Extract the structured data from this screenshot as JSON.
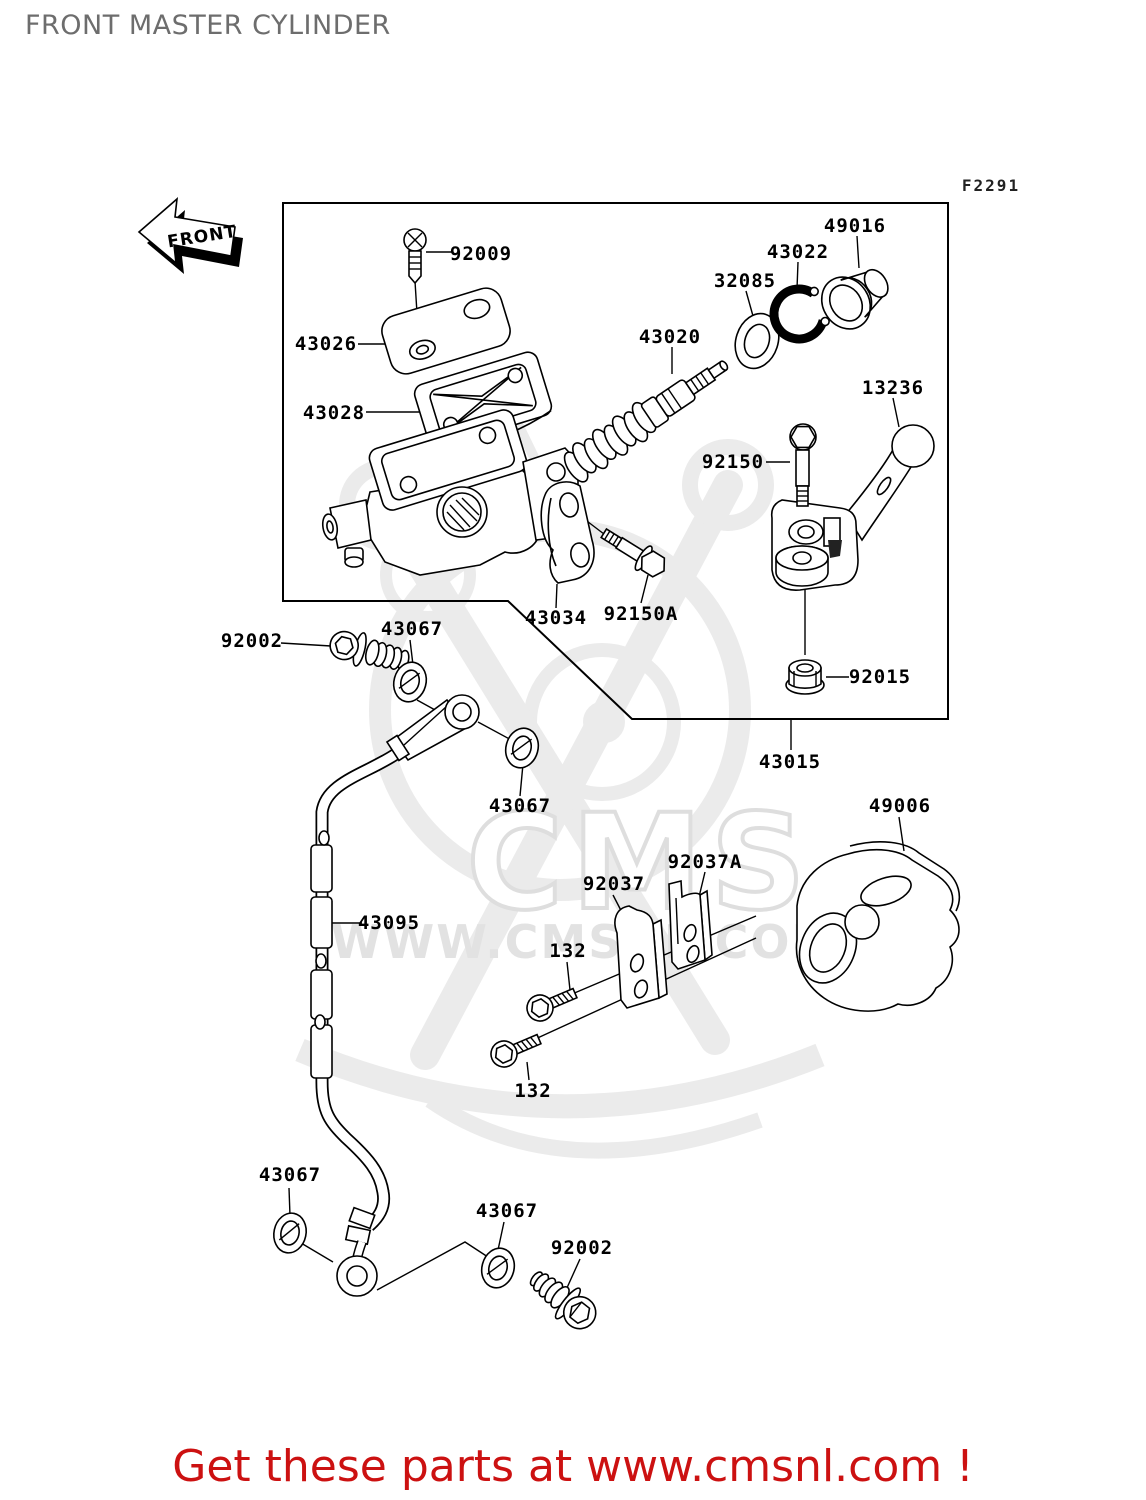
{
  "page": {
    "title": "FRONT MASTER CYLINDER",
    "figure_code": "F2291"
  },
  "front_arrow": {
    "label": "FRONT"
  },
  "watermark": {
    "brand": "CMS",
    "url": "WWW.CMSNL.COM"
  },
  "footer": {
    "text": "Get these parts at www.cmsnl.com !",
    "color": "#cc1111"
  },
  "diagram": {
    "assembly_label": "43015",
    "labels": [
      {
        "text": "92009"
      },
      {
        "text": "43026"
      },
      {
        "text": "43028"
      },
      {
        "text": "43020"
      },
      {
        "text": "32085"
      },
      {
        "text": "43022"
      },
      {
        "text": "49016"
      },
      {
        "text": "13236"
      },
      {
        "text": "92150"
      },
      {
        "text": "92150A"
      },
      {
        "text": "43034"
      },
      {
        "text": "92015"
      },
      {
        "text": "43015"
      },
      {
        "text": "92002"
      },
      {
        "text": "43067"
      },
      {
        "text": "43067"
      },
      {
        "text": "43095"
      },
      {
        "text": "92037"
      },
      {
        "text": "92037A"
      },
      {
        "text": "49006"
      },
      {
        "text": "132"
      },
      {
        "text": "132"
      },
      {
        "text": "43067"
      },
      {
        "text": "43067"
      },
      {
        "text": "92002"
      }
    ]
  }
}
